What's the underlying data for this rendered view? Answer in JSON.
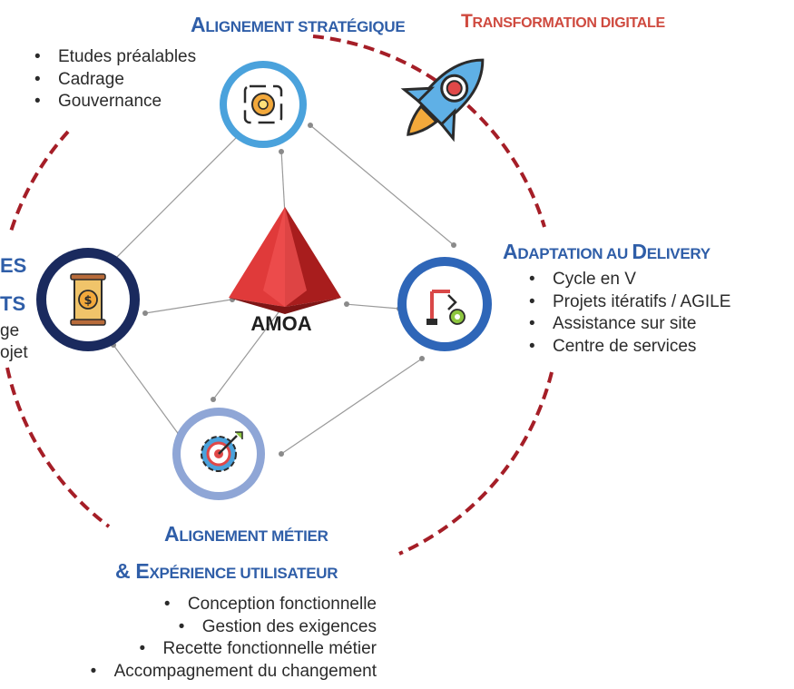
{
  "sections": {
    "strategique": {
      "title_cap": "A",
      "title_rest": "lignement stratégique",
      "items": [
        "Etudes préalables",
        "Cadrage",
        "Gouvernance"
      ]
    },
    "transformation": {
      "title_cap": "T",
      "title_rest": "ransformation digitale"
    },
    "delivery": {
      "title_cap1": "A",
      "title_rest1": "daptation au ",
      "title_cap2": "D",
      "title_rest2": "elivery",
      "items": [
        "Cycle en V",
        "Projets itératifs / AGILE",
        "Assistance sur site",
        "Centre de services"
      ]
    },
    "metier": {
      "title1_cap": "A",
      "title1_rest": "lignement métier",
      "title2_cap": "& E",
      "title2_rest": "xpérience utilisateur",
      "items": [
        "Conception fonctionnelle",
        "Gestion des exigences",
        "Recette fonctionnelle métier",
        "Accompagnement du changement"
      ]
    },
    "left_partial": {
      "line1": "ES",
      "line2": "TS",
      "line3": "ge",
      "line4": "ojet"
    }
  },
  "center": {
    "label": "AMOA"
  },
  "colors": {
    "blue_title": "#2f5ea8",
    "red_title": "#cf4a3f",
    "dashed_circle": "#a51e27",
    "node_light_blue": "#4aa2dc",
    "node_navy": "#1a2a5e",
    "node_mid_blue": "#2e66b8",
    "node_lavender": "#8fa6d6",
    "connector": "#9a9a9a",
    "pyramid": "#d42c2c"
  },
  "icons": {
    "strategique": "lightbulb-gear-cycle-icon",
    "transformation": "rocket-icon",
    "left": "money-hourglass-icon",
    "delivery": "robotic-arm-gear-icon",
    "metier": "gear-target-icon"
  }
}
